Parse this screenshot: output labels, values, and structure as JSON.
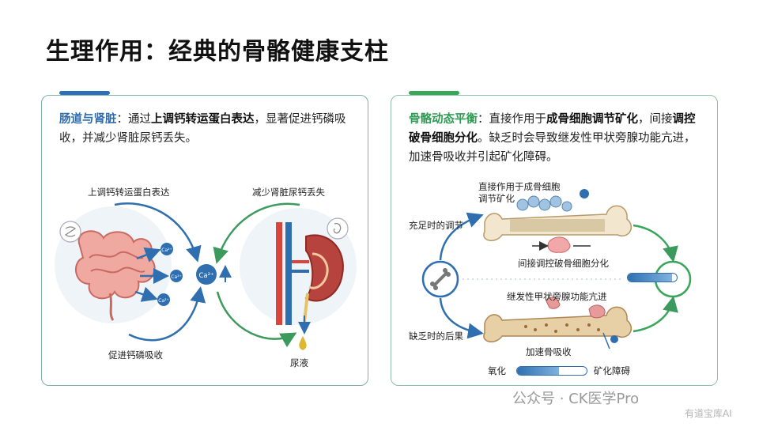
{
  "page_title": "生理作用：经典的骨骼健康支柱",
  "left_card": {
    "heading": "肠道与肾脏",
    "sep": "：通过",
    "emph1": "上调钙转运蛋白表达",
    "mid": "，显著促进钙磷吸收",
    "tail": "，并减少肾脏尿钙丢失。",
    "label_top_left": "上调钙转运蛋白表达",
    "label_top_right": "减少肾脏尿钙丢失",
    "label_bottom_left": "促进钙磷吸收",
    "label_bottom_right": "尿液",
    "ion_center": "Ca²⁺",
    "ion_small": "Ca²⁺"
  },
  "right_card": {
    "heading": "骨骼动态平衡",
    "sep": "：直接作用于",
    "emph1": "成骨细胞调节矿化",
    "mid": "，间接",
    "emph2": "调控破骨细胞分化",
    "tail": "。缺乏时会导致继发性甲状旁腺功能亢进，加速骨吸收并引起矿化障碍。",
    "label_direct": "直接作用于成骨细胞\n调节矿化",
    "label_sufficient": "充足时的调节",
    "label_indirect": "间接调控破骨细胞分化",
    "label_hyperpara": "继发性甲状旁腺功能亢进",
    "label_deficient": "缺乏时的后果",
    "label_resorption": "加速骨吸收",
    "label_left_bar": "氧化",
    "label_right_bar": "矿化障碍",
    "mineral_bar_level_top": 0.9,
    "mineral_bar_level_bottom": 0.6
  },
  "watermark": "公众号 · CK医学Pro",
  "watermark2": "有道宝库AI",
  "colors": {
    "blue": "#2b6cb0",
    "green": "#2e9a52",
    "card_border": "#7fb0a8"
  }
}
